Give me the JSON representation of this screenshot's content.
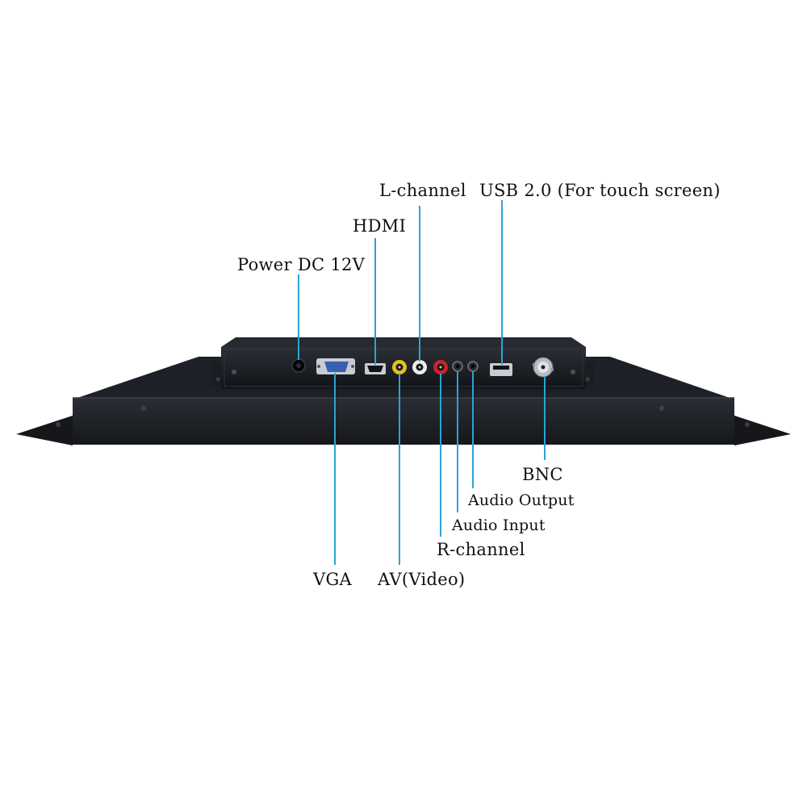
{
  "labels": {
    "l_channel": "L-channel",
    "usb": "USB 2.0 (For touch screen)",
    "hdmi": "HDMI",
    "power": "Power DC 12V",
    "bnc": "BNC",
    "audio_output": "Audio Output",
    "audio_input": "Audio Input",
    "r_channel": "R-channel",
    "vga": "VGA",
    "av_video": "AV(Video)"
  },
  "colors": {
    "leader_line": "#2aa3d8",
    "chassis": "#1c1f24",
    "panel": "#101215",
    "av_jack": "#e8c21a",
    "r_jack": "#c8242a",
    "vga_port": "#3a5fb0"
  }
}
